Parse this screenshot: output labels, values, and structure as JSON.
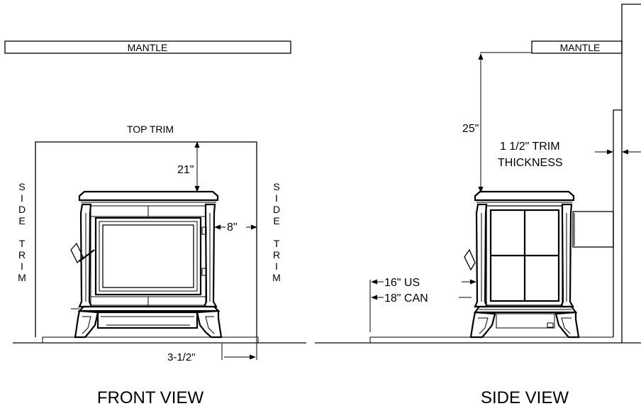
{
  "front_view": {
    "title": "FRONT VIEW",
    "mantle": "MANTLE",
    "top_trim": "TOP TRIM",
    "side_trim_left": [
      "S",
      "I",
      "D",
      "E",
      "T",
      "R",
      "I",
      "M"
    ],
    "side_trim_right": [
      "S",
      "I",
      "D",
      "E",
      "T",
      "R",
      "I",
      "M"
    ],
    "dim_top": "21\"",
    "dim_side": "8\"",
    "dim_hearth": "3-1/2\""
  },
  "side_view": {
    "title": "SIDE VIEW",
    "mantle": "MANTLE",
    "dim_mantle": "25\"",
    "trim_thickness_line1": "1 1/2\" TRIM",
    "trim_thickness_line2": "THICKNESS",
    "dim_us": "16\" US",
    "dim_can": "18\" CAN"
  }
}
